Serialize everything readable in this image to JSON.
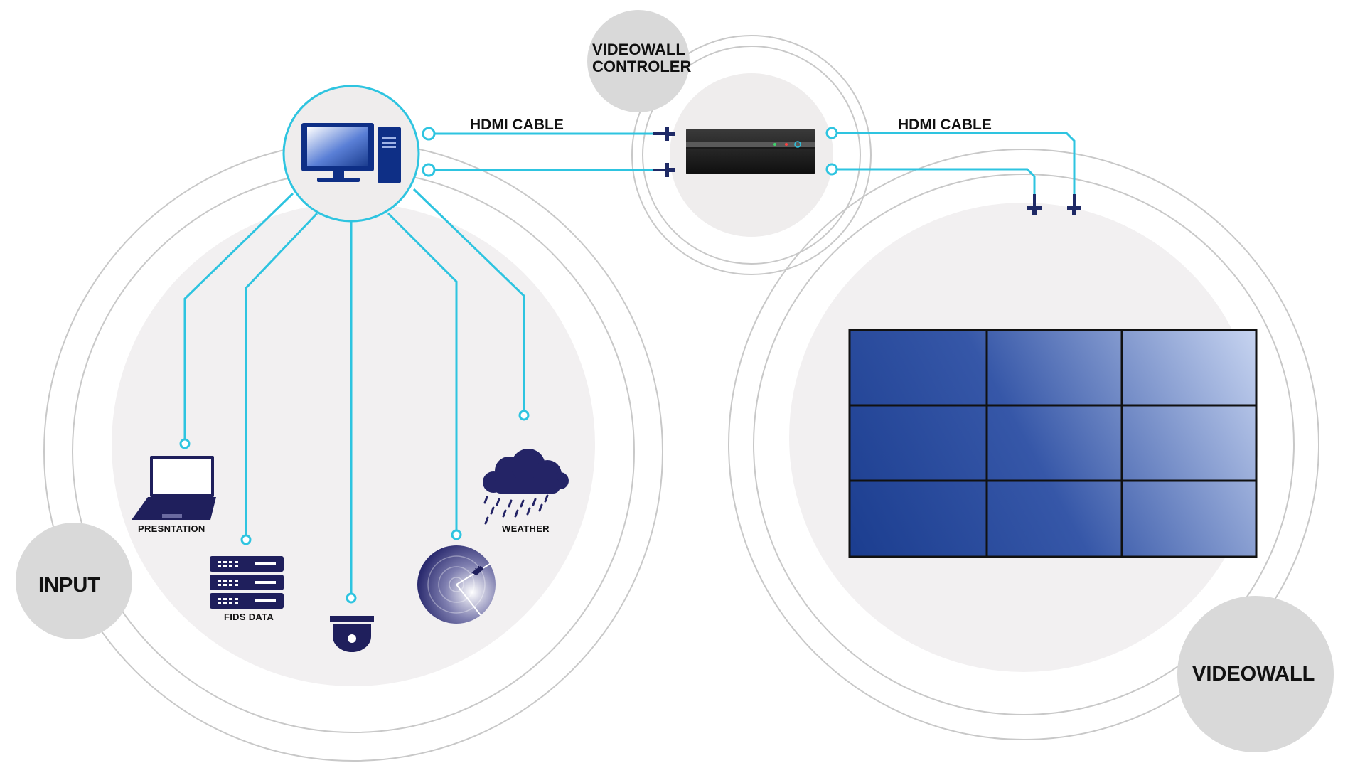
{
  "labels": {
    "controller_line1": "VIDEOWALL",
    "controller_line2": "CONTROLER",
    "hdmi_left": "HDMI CABLE",
    "hdmi_right": "HDMI CABLE",
    "input": "INPUT",
    "videowall": "VIDEOWALL",
    "presentation": "PRESNTATION",
    "fids": "FIDS DATA",
    "weather": "WEATHER"
  },
  "icons": {
    "computer": "desktop-computer-icon",
    "laptop": "laptop-icon",
    "server": "server-rack-icon",
    "camera": "dome-camera-icon",
    "radar": "radar-icon",
    "cloud": "rain-cloud-icon",
    "controller": "videowall-controller-device",
    "connector": "hdmi-plug-icon"
  },
  "colors": {
    "cable": "#2ec4e0",
    "icon_navy": "#1f1f5c",
    "circle_fill": "#f2f0f1",
    "label_circle": "#d9d9d9",
    "ring": "#c8c8c8",
    "screen_dark": "#1b3d8f",
    "screen_light": "#c3d1ee"
  },
  "videowall": {
    "rows": 3,
    "cols": 3
  }
}
